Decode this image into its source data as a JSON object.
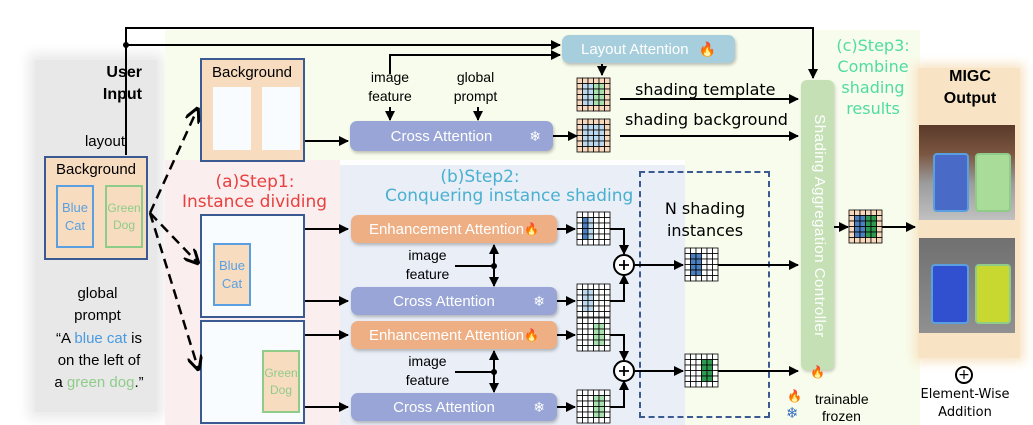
{
  "user_input": {
    "title": "User\nInput",
    "layout_label": "layout",
    "layout_box": {
      "background_label": "Background",
      "instances": [
        {
          "label": "Blue\nCat",
          "color": "#5aa0e0"
        },
        {
          "label": "Green\nDog",
          "color": "#8fcc8a"
        }
      ]
    },
    "global_prompt_label": "global\nprompt",
    "prompt_parts": [
      {
        "text": "“A ",
        "color": "#000000"
      },
      {
        "text": "blue cat",
        "color": "#4a9ae0"
      },
      {
        "text": " is\non the left of\na ",
        "color": "#000000"
      },
      {
        "text": "green dog",
        "color": "#8fcc8a"
      },
      {
        "text": ".”",
        "color": "#000000"
      }
    ]
  },
  "step1": {
    "title": "(a)Step1:",
    "subtitle": "Instance dividing",
    "color": "#e84040",
    "background_box_label": "Background",
    "instance_boxes": [
      {
        "label": "Blue\nCat",
        "color": "#5aa0e0"
      },
      {
        "label": "Green\nDog",
        "color": "#8fcc8a"
      }
    ]
  },
  "top_branch": {
    "layout_attention": "Layout Attention",
    "cross_attention": "Cross Attention",
    "image_feature": "image\nfeature",
    "global_prompt": "global\nprompt",
    "shading_template": "shading template",
    "shading_background": "shading background"
  },
  "step2": {
    "title": "(b)Step2:",
    "subtitle": "Conquering instance shading",
    "color": "#4ab0d0",
    "blocks": [
      {
        "type": "enhancement",
        "label": "Enhancement Attention",
        "status": "trainable"
      },
      {
        "type": "cross",
        "label": "Cross Attention",
        "status": "frozen"
      },
      {
        "type": "enhancement",
        "label": "Enhancement Attention",
        "status": "trainable"
      },
      {
        "type": "cross",
        "label": "Cross Attention",
        "status": "frozen"
      }
    ],
    "image_feature": "image\nfeature",
    "n_shading": "N shading\ninstances"
  },
  "step3": {
    "title": "(c)Step3:",
    "lines": "Combine\nshading\nresults",
    "color": "#50dca0",
    "controller": "Shading Aggregation Controller"
  },
  "output": {
    "title": "MIGC\nOutput"
  },
  "legend": {
    "trainable": "trainable",
    "frozen": "frozen",
    "addition": "Element-Wise\nAddition"
  },
  "colors": {
    "blue_cell": "#4a7fc0",
    "green_cell": "#2e9a50",
    "peach_cell": "#f8d8bc",
    "lightblue_cell": "#bcd8ee",
    "lightgreen_cell": "#a8e0b0"
  }
}
